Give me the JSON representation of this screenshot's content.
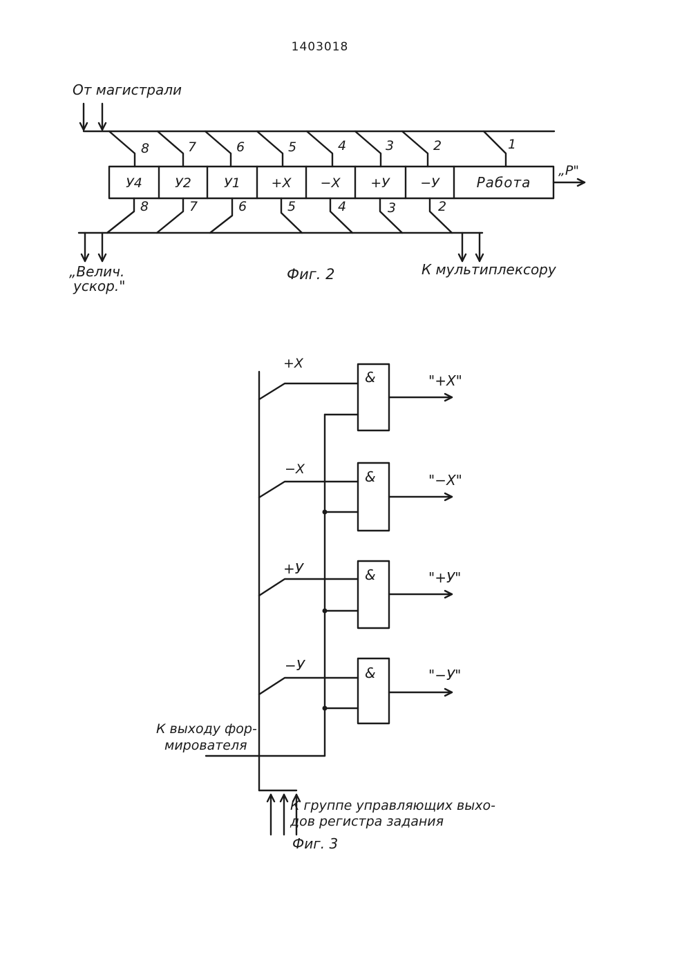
{
  "page_number": "1403018",
  "fig2": {
    "caption": "Фиг. 2",
    "input_label": "От магистрали",
    "output_left_line1": "„Велич.",
    "output_left_line2": "ускор.\"",
    "output_right": "К мультиплексору",
    "out_p": "„Р\"",
    "cells": [
      "У4",
      "У2",
      "У1",
      "+Х",
      "−Х",
      "+У",
      "−У",
      "Работа"
    ],
    "top_numbers": [
      "8",
      "7",
      "6",
      "5",
      "4",
      "3",
      "2",
      "1"
    ],
    "bottom_numbers": [
      "8",
      "7",
      "6",
      "5",
      "4",
      "3",
      "2"
    ]
  },
  "fig3": {
    "caption": "Фиг. 3",
    "gate_symbol": "&",
    "input_labels": [
      "+Х",
      "−Х",
      "+У",
      "−У"
    ],
    "output_labels": [
      "\"+Х\"",
      "\"−Х\"",
      "\"+У\"",
      "\"−У\""
    ],
    "former_label_line1": "К выходу фор-",
    "former_label_line2": "мирователя",
    "group_label_line1": "К группе управляющих выхо-",
    "group_label_line2": "дов регистра задания"
  }
}
